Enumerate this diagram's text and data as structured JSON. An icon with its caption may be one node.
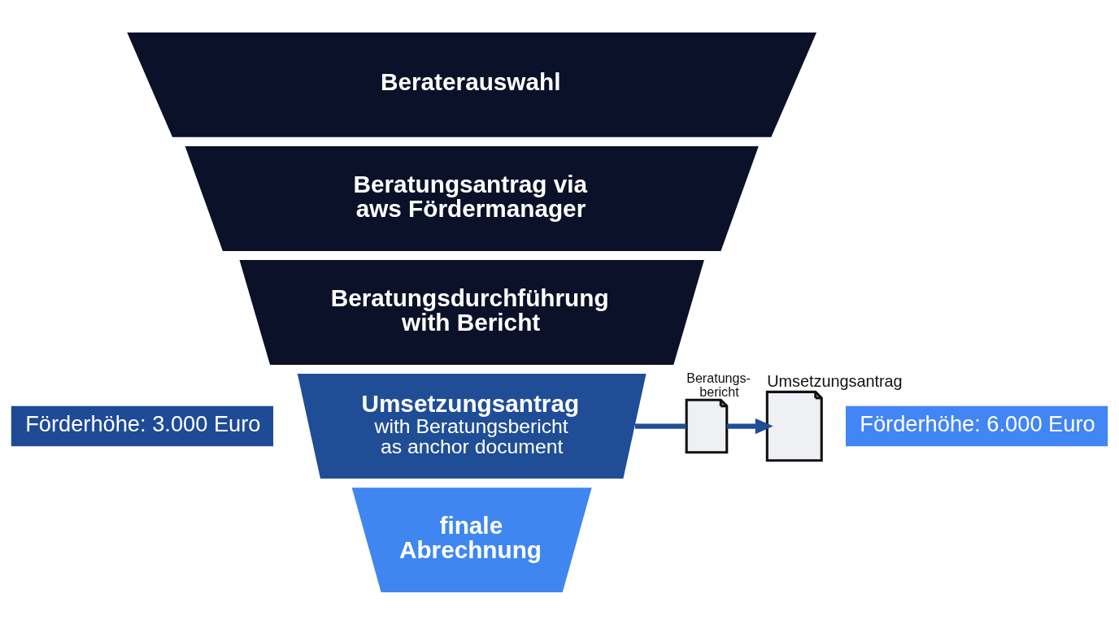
{
  "diagram": {
    "nodes": [
      {
        "text": [
          "Beraterauswahl"
        ]
      },
      {
        "text": [
          "Beratungsantrag via aws Fördermanager"
        ]
      },
      {
        "text": [
          "Beratungsdurchführung with Bericht"
        ]
      },
      {
        "text": [
          "Förderhöhe: 3.000 Euro"
        ]
      },
      {
        "text": [
          "Förderhöhe: 6.000 Euro"
        ]
      },
      {
        "text": [
          "Umsetzungsantrag",
          "with Beratungsbericht as anchor document"
        ]
      },
      {
        "text": [
          "finale Abrechnung"
        ]
      },
      {
        "text": [],
        "shape": "document",
        "beside": [
          "Beratungs- bericht"
        ]
      },
      {
        "text": [],
        "shape": "document",
        "beside": [
          "Umsetzungsantrag"
        ]
      }
    ],
    "edges": [
      {
        "from": 5,
        "to": 7,
        "arrow": "none"
      },
      {
        "from": 7,
        "to": 8,
        "arrow": "to"
      }
    ]
  }
}
